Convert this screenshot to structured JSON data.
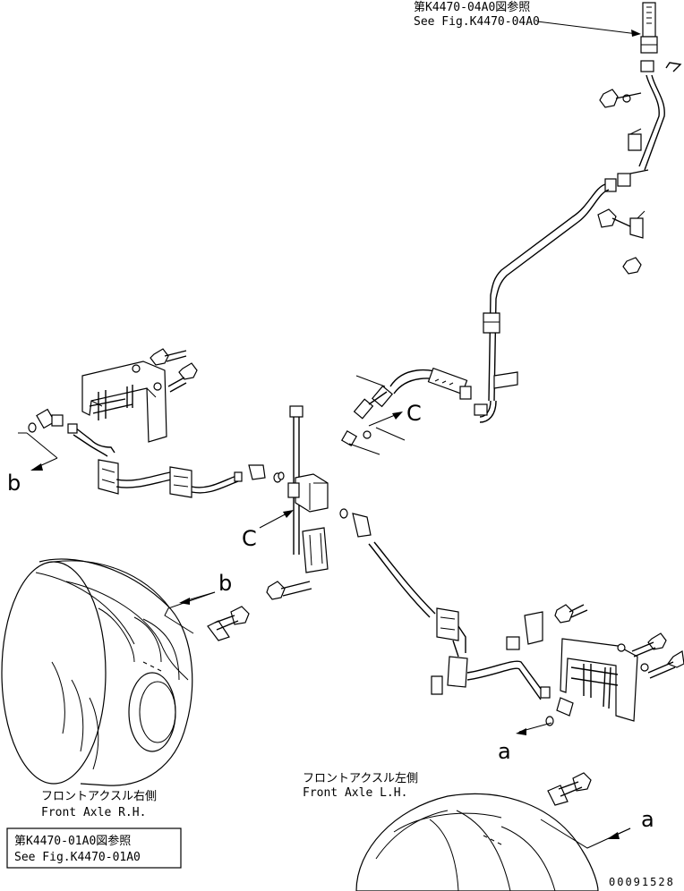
{
  "refs": {
    "top_jp": "第K4470-04A0図参照",
    "top_en": "See Fig.K4470-04A0",
    "box_jp": "第K4470-01A0図参照",
    "box_en": "See Fig.K4470-01A0"
  },
  "axles": {
    "rh_jp": "フロントアクスル右側",
    "rh_en": "Front Axle R.H.",
    "lh_jp": "フロントアクスル左側",
    "lh_en": "Front Axle L.H."
  },
  "markers": {
    "a": "a",
    "b": "b",
    "c": "C"
  },
  "drawing_code": "00091528"
}
